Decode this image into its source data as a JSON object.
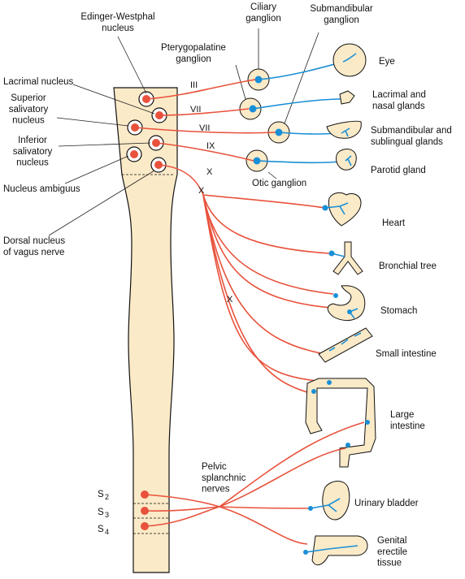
{
  "nuclei": {
    "edinger_westphal": "Edinger-Westphal\nnucleus",
    "lacrimal": "Lacrimal nucleus",
    "superior_salivatory": "Superior\nsalivatory\nnucleus",
    "inferior_salivatory": "Inferior\nsalivatory\nnucleus",
    "ambiguus": "Nucleus ambiguus",
    "dorsal_vagus": "Dorsal nucleus\nof vagus nerve"
  },
  "ganglia": {
    "ciliary": "Ciliary\nganglion",
    "submandibular": "Submandibular\nganglion",
    "pterygopalatine": "Pterygopalatine\nganglion",
    "otic": "Otic ganglion"
  },
  "nerves": {
    "n3": "III",
    "n7a": "VII",
    "n7b": "VII",
    "n9": "IX",
    "n10a": "X",
    "n10b": "X",
    "n10c": "X",
    "pelvic": "Pelvic\nsplanchnic\nnerves"
  },
  "sacral": {
    "s2": "S",
    "s2sub": "2",
    "s3": "S",
    "s3sub": "3",
    "s4": "S",
    "s4sub": "4"
  },
  "organs": {
    "eye": "Eye",
    "lacrimal_nasal": "Lacrimal and\nnasal glands",
    "submandibular_sublingual": "Submandibular and\nsublingual glands",
    "parotid": "Parotid gland",
    "heart": "Heart",
    "bronchial": "Bronchial tree",
    "stomach": "Stomach",
    "small_intestine": "Small intestine",
    "large_intestine": "Large\nintestine",
    "bladder": "Urinary bladder",
    "genital": "Genital\nerectile\ntissue"
  },
  "colors": {
    "preganglionic": "#e8523c",
    "postganglionic": "#1a8fd6",
    "tissue": "#fbeac8"
  }
}
